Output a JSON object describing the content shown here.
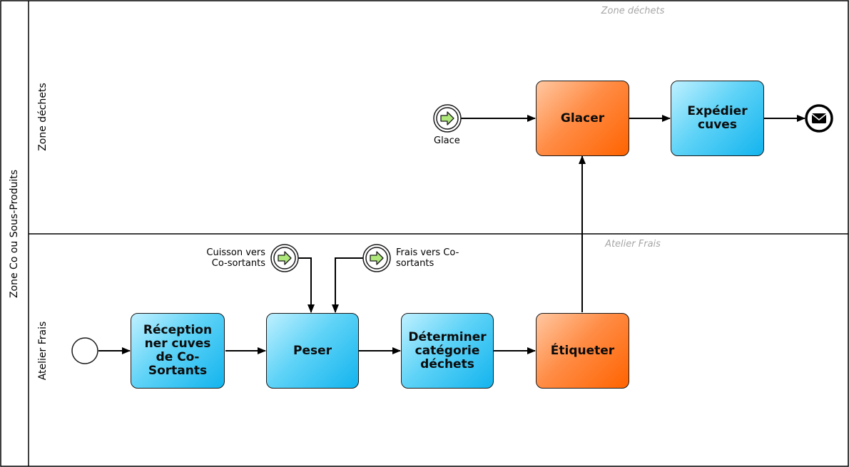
{
  "pool": {
    "label": "Zone Co ou Sous-Produits"
  },
  "lanes": [
    {
      "id": "zone-dechets",
      "label": "Zone déchets",
      "watermark": "Zone déchets"
    },
    {
      "id": "atelier-frais",
      "label": "Atelier Frais",
      "watermark": "Atelier Frais"
    }
  ],
  "tasks": {
    "reception": {
      "label": "Réception ner cuves de Co-Sortants",
      "color": "#13b4ee"
    },
    "peser": {
      "label": "Peser",
      "color": "#13b4ee"
    },
    "determiner": {
      "label": "Déterminer catégorie déchets",
      "color": "#13b4ee"
    },
    "etiqueter": {
      "label": "Étiqueter",
      "color": "#ff6300"
    },
    "glacer": {
      "label": "Glacer",
      "color": "#ff6300"
    },
    "expedier": {
      "label": "Expédier cuves",
      "color": "#13b4ee"
    }
  },
  "events": {
    "start": {
      "type": "start"
    },
    "link_glace": {
      "type": "intermediate-link",
      "label": "Glace"
    },
    "link_cuisson": {
      "type": "intermediate-link",
      "label": "Cuisson vers Co-sortants"
    },
    "link_frais": {
      "type": "intermediate-link",
      "label": "Frais vers Co-sortants"
    },
    "end": {
      "type": "end-message"
    }
  },
  "icons": {
    "link": "right-arrow-icon",
    "message": "envelope-icon"
  }
}
